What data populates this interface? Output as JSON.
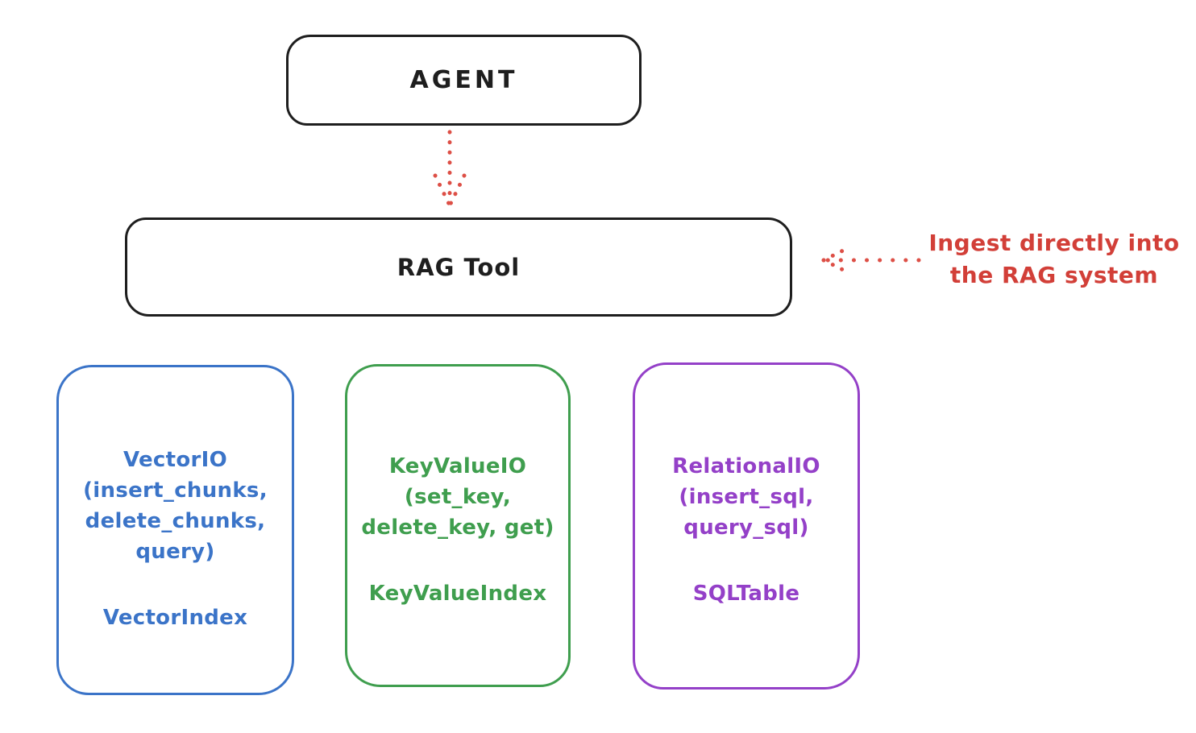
{
  "canvas": {
    "background": "#ffffff"
  },
  "colors": {
    "ink": "#1e1e1e",
    "red": "#d23f38",
    "arrow_red": "#dd4f46",
    "blue": "#3b74c8",
    "green": "#3f9e4e",
    "purple": "#9440c8"
  },
  "agent_box": {
    "label": "AGENT"
  },
  "rag_tool_box": {
    "label": "RAG Tool"
  },
  "annotation": {
    "line1": "Ingest directly into",
    "line2": "the RAG system"
  },
  "icons": {
    "agent_to_rag_arrow": "dotted-down-arrow",
    "ingest_arrow": "dotted-left-arrow"
  },
  "stores": [
    {
      "id": "vector",
      "color": "#3b74c8",
      "lines": [
        "VectorIO",
        "(insert_chunks,",
        "delete_chunks,",
        "query)"
      ],
      "index_label": "VectorIndex"
    },
    {
      "id": "keyvalue",
      "color": "#3f9e4e",
      "lines": [
        "KeyValueIO",
        "(set_key,",
        "delete_key, get)"
      ],
      "index_label": "KeyValueIndex"
    },
    {
      "id": "relational",
      "color": "#9440c8",
      "lines": [
        "RelationalIO",
        "(insert_sql,",
        "query_sql)"
      ],
      "index_label": "SQLTable"
    }
  ]
}
